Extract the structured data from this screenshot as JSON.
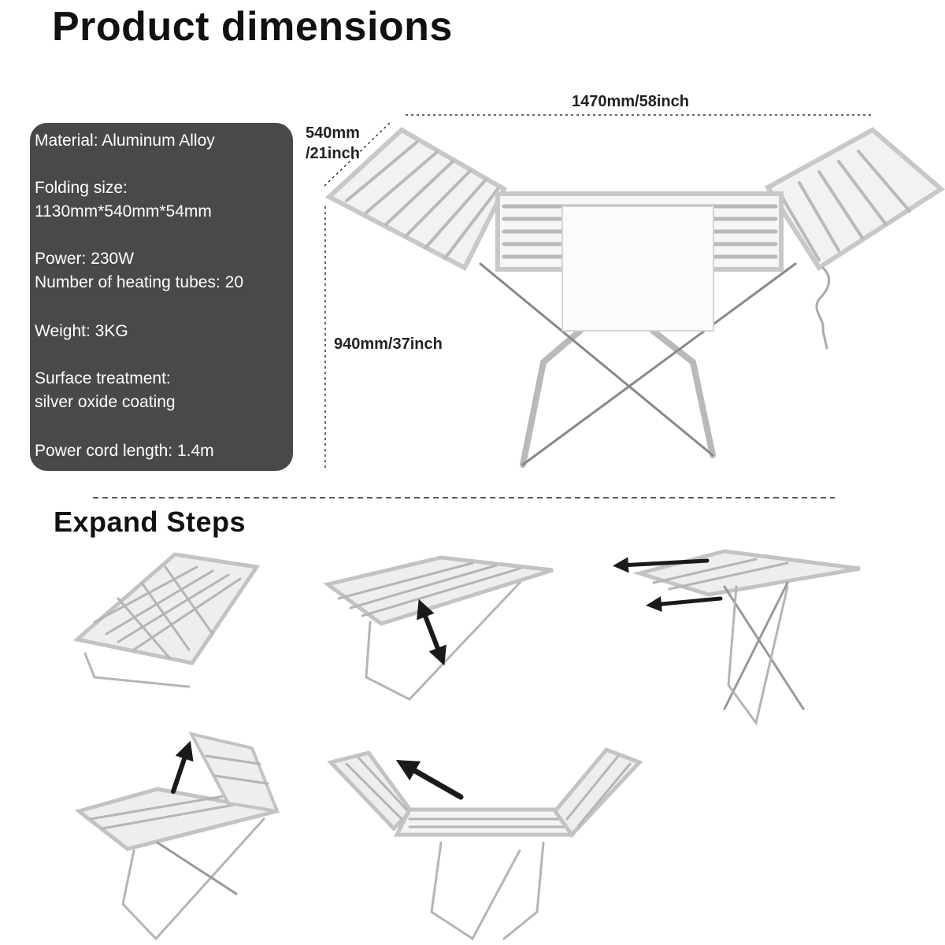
{
  "title": "Product dimensions",
  "specs": {
    "material": "Material: Aluminum Alloy",
    "folding_label": "Folding size:",
    "folding_value": "1130mm*540mm*54mm",
    "power": "Power:  230W",
    "tubes": "Number of heating tubes: 20",
    "weight": "Weight: 3KG",
    "surface_label": "Surface treatment:",
    "surface_value": "silver oxide coating",
    "cord": "Power cord length:  1.4m"
  },
  "dimensions": {
    "width": "1470mm/58inch",
    "depth_line1": "540mm",
    "depth_line2": "/21inch",
    "height": "940mm/37inch"
  },
  "steps_title": "Expand Steps",
  "colors": {
    "panel": "#4a4948",
    "frame": "#bdbdbd",
    "arrow": "#1a1a1a"
  }
}
